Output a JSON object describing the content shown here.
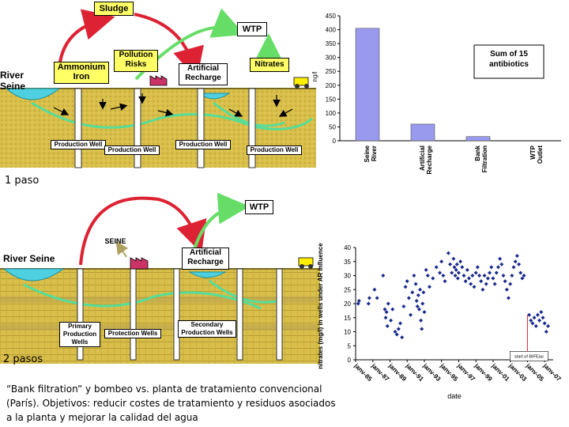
{
  "diagram1": {
    "sludge": "Sludge",
    "wtp": "WTP",
    "pollution_risks": "Pollution\nRisks",
    "ammonium_iron": "Ammonium\nIron",
    "artificial_recharge": "Artificial\nRecharge",
    "nitrates": "Nitrates",
    "river_seine": "River Seine",
    "production_wells": [
      "Production Well",
      "Production Well",
      "Production Well",
      "Production Well"
    ]
  },
  "diagram2": {
    "wtp": "WTP",
    "seine": "SEINE",
    "river_seine": "River Seine",
    "artificial_recharge": "Artificial\nRecharge",
    "primary_wells": "Primary\nProduction\nWells",
    "protection_wells": "Protection Wells",
    "secondary_wells": "Secondary\nProduction Wells"
  },
  "label_1": "1 paso",
  "label_2": "2 pasos",
  "caption": "“Bank filtration” y bombeo vs. planta de tratamiento convencional (París). Objetivos: reducir costes de tratamiento y residuos asociados a la planta y mejorar la calidad del agua",
  "colors": {
    "tan": "#d9bf4a",
    "yellow_box": "#ffff66",
    "blue_water": "#4fd0e0",
    "green_arrow": "#66dd66",
    "red_arrow": "#dd2233",
    "bar": "#9999ee",
    "scatter": "#1a2a8c"
  },
  "chart_data": [
    {
      "type": "bar",
      "categories": [
        "Seine River",
        "Artificial Recharge",
        "Bank Filtration",
        "WTP Outlet"
      ],
      "values": [
        405,
        60,
        15,
        0
      ],
      "annotation": "Sum of 15 antibiotics",
      "ylim": [
        0,
        450
      ],
      "yticks": [
        0,
        50,
        100,
        150,
        200,
        250,
        300,
        350,
        400,
        450
      ],
      "ylabel": "ng/l",
      "grid": false
    },
    {
      "type": "scatter",
      "xlabel": "date",
      "ylabel": "nitrates (mg/l) in wells under AR influence",
      "x_ticks": [
        "janv-85",
        "janv-87",
        "janv-89",
        "janv-91",
        "janv-93",
        "janv-95",
        "janv-97",
        "janv-99",
        "janv-01",
        "janv-03",
        "janv-05",
        "janv-07"
      ],
      "ylim": [
        0,
        40
      ],
      "yticks": [
        0,
        5,
        10,
        15,
        20,
        25,
        30,
        35,
        40
      ],
      "annotation": "start of BIFEau",
      "points": [
        [
          1985.3,
          20
        ],
        [
          1985.4,
          21
        ],
        [
          1986.5,
          20
        ],
        [
          1986.6,
          22
        ],
        [
          1987.2,
          25
        ],
        [
          1987.5,
          22
        ],
        [
          1988.2,
          30
        ],
        [
          1988.4,
          18
        ],
        [
          1988.5,
          15
        ],
        [
          1988.6,
          17
        ],
        [
          1988.7,
          12
        ],
        [
          1988.8,
          20
        ],
        [
          1989.1,
          14
        ],
        [
          1989.3,
          18
        ],
        [
          1989.6,
          10
        ],
        [
          1989.8,
          9
        ],
        [
          1990.0,
          11
        ],
        [
          1990.2,
          13
        ],
        [
          1990.4,
          8
        ],
        [
          1990.6,
          19
        ],
        [
          1990.8,
          26
        ],
        [
          1991.0,
          28
        ],
        [
          1991.2,
          22
        ],
        [
          1991.4,
          16
        ],
        [
          1991.6,
          24
        ],
        [
          1991.8,
          30
        ],
        [
          1992.0,
          27
        ],
        [
          1992.1,
          21
        ],
        [
          1992.2,
          19
        ],
        [
          1992.3,
          23
        ],
        [
          1992.4,
          18
        ],
        [
          1992.5,
          25
        ],
        [
          1992.6,
          14
        ],
        [
          1992.7,
          11
        ],
        [
          1992.8,
          20
        ],
        [
          1992.9,
          24
        ],
        [
          1993.0,
          17
        ],
        [
          1993.2,
          32
        ],
        [
          1993.4,
          30
        ],
        [
          1993.6,
          26
        ],
        [
          1994.0,
          29
        ],
        [
          1994.4,
          33
        ],
        [
          1994.8,
          31
        ],
        [
          1995.0,
          35
        ],
        [
          1995.2,
          30
        ],
        [
          1995.4,
          28
        ],
        [
          1995.8,
          38
        ],
        [
          1996.0,
          34
        ],
        [
          1996.2,
          31
        ],
        [
          1996.4,
          36
        ],
        [
          1996.5,
          33
        ],
        [
          1996.6,
          30
        ],
        [
          1996.7,
          32
        ],
        [
          1996.8,
          34
        ],
        [
          1996.9,
          29
        ],
        [
          1997.0,
          31
        ],
        [
          1997.2,
          35
        ],
        [
          1997.4,
          33
        ],
        [
          1997.6,
          30
        ],
        [
          1997.8,
          28
        ],
        [
          1998.0,
          32
        ],
        [
          1998.2,
          29
        ],
        [
          1998.4,
          27
        ],
        [
          1998.6,
          30
        ],
        [
          1998.8,
          26
        ],
        [
          1999.0,
          31
        ],
        [
          1999.2,
          33
        ],
        [
          1999.4,
          30
        ],
        [
          1999.6,
          28
        ],
        [
          1999.8,
          25
        ],
        [
          2000.0,
          30
        ],
        [
          2000.2,
          27
        ],
        [
          2000.4,
          29
        ],
        [
          2000.6,
          31
        ],
        [
          2000.8,
          33
        ],
        [
          2001.0,
          29
        ],
        [
          2001.2,
          27
        ],
        [
          2001.4,
          31
        ],
        [
          2001.6,
          33
        ],
        [
          2001.8,
          36
        ],
        [
          2002.0,
          34
        ],
        [
          2002.2,
          30
        ],
        [
          2002.4,
          28
        ],
        [
          2002.6,
          25
        ],
        [
          2002.8,
          22
        ],
        [
          2003.0,
          27
        ],
        [
          2003.2,
          30
        ],
        [
          2003.4,
          33
        ],
        [
          2003.6,
          35
        ],
        [
          2003.8,
          37
        ],
        [
          2004.0,
          34
        ],
        [
          2004.2,
          31
        ],
        [
          2004.4,
          29
        ],
        [
          2004.6,
          30
        ],
        [
          2005.2,
          16
        ],
        [
          2005.4,
          14
        ],
        [
          2005.6,
          13
        ],
        [
          2005.8,
          15
        ],
        [
          2006.0,
          12
        ],
        [
          2006.2,
          16
        ],
        [
          2006.4,
          14
        ],
        [
          2006.6,
          17
        ],
        [
          2006.8,
          15
        ],
        [
          2007.0,
          13
        ],
        [
          2007.2,
          10
        ],
        [
          2007.4,
          12
        ]
      ]
    }
  ]
}
